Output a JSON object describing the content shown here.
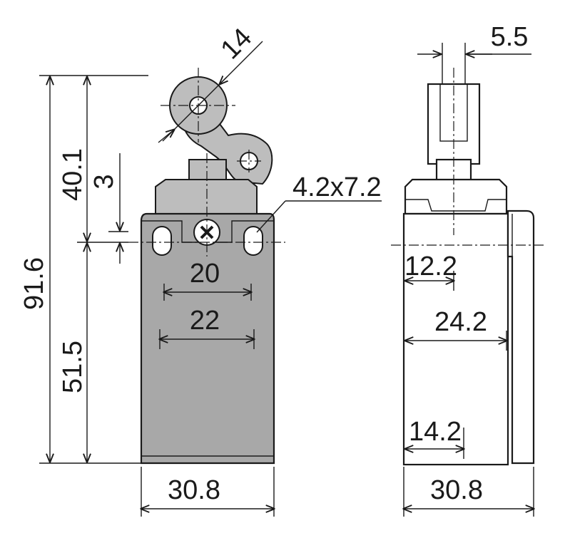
{
  "dimensions": {
    "roller_diameter": "14",
    "total_height": "91.6",
    "upper_height": "40.1",
    "offset": "3",
    "lower_height": "51.5",
    "slot_size": "4.2x7.2",
    "hole_spacing_inner": "20",
    "hole_spacing_outer": "22",
    "front_width": "30.8",
    "plunger_width": "5.5",
    "side_offset_1": "12.2",
    "side_width": "24.2",
    "side_offset_2": "14.2",
    "side_total_width": "30.8"
  }
}
